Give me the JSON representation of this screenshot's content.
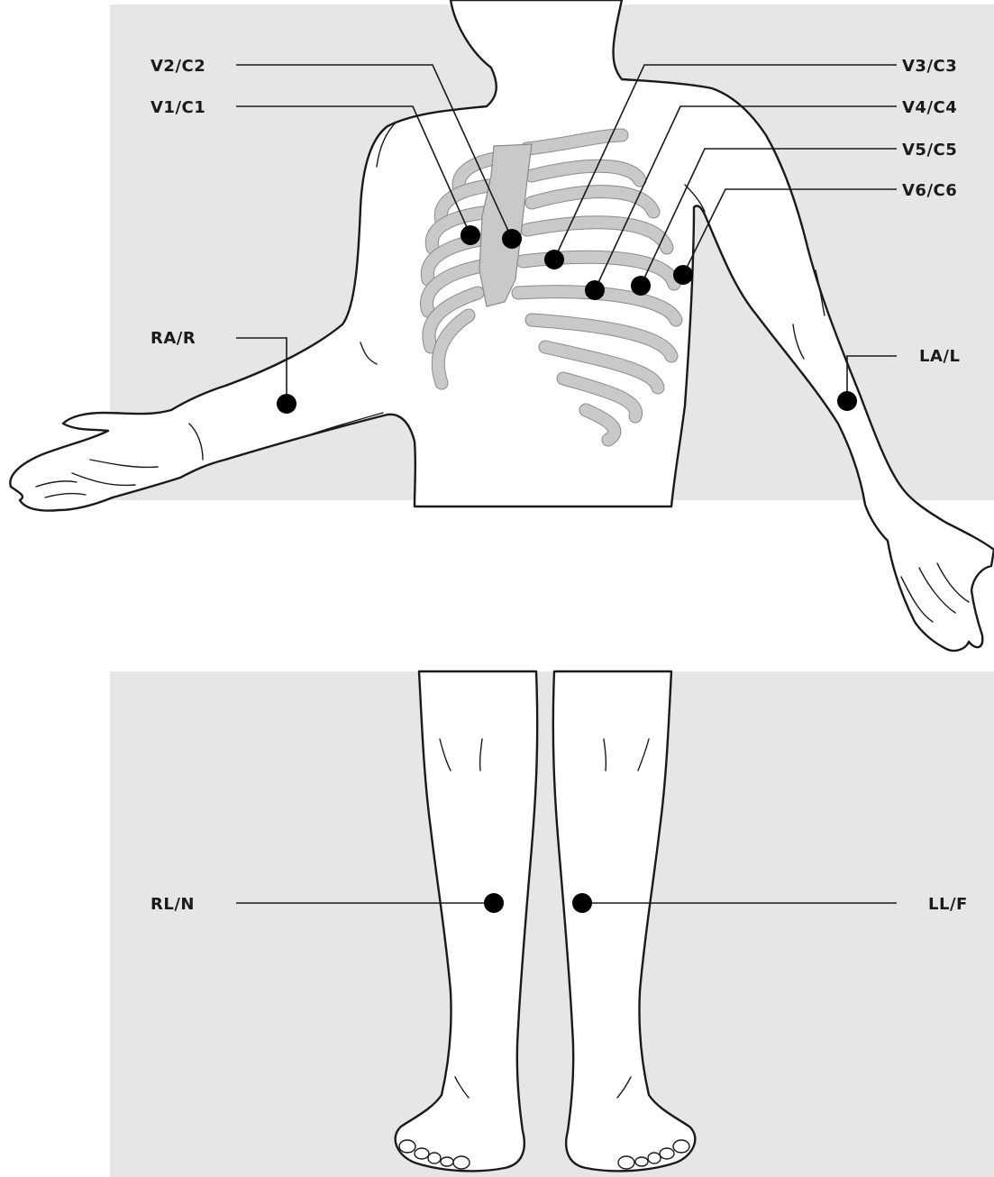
{
  "colors": {
    "panel_background": "#e6e6e6",
    "line_color": "#1a1a1a",
    "rib_color": "#c9c9c9",
    "electrode_color": "#000000"
  },
  "labels": {
    "v1": "V1/C1",
    "v2": "V2/C2",
    "v3": "V3/C3",
    "v4": "V4/C4",
    "v5": "V5/C5",
    "v6": "V6/C6",
    "ra": "RA/R",
    "la": "LA/L",
    "rl": "RL/N",
    "ll": "LL/F"
  }
}
